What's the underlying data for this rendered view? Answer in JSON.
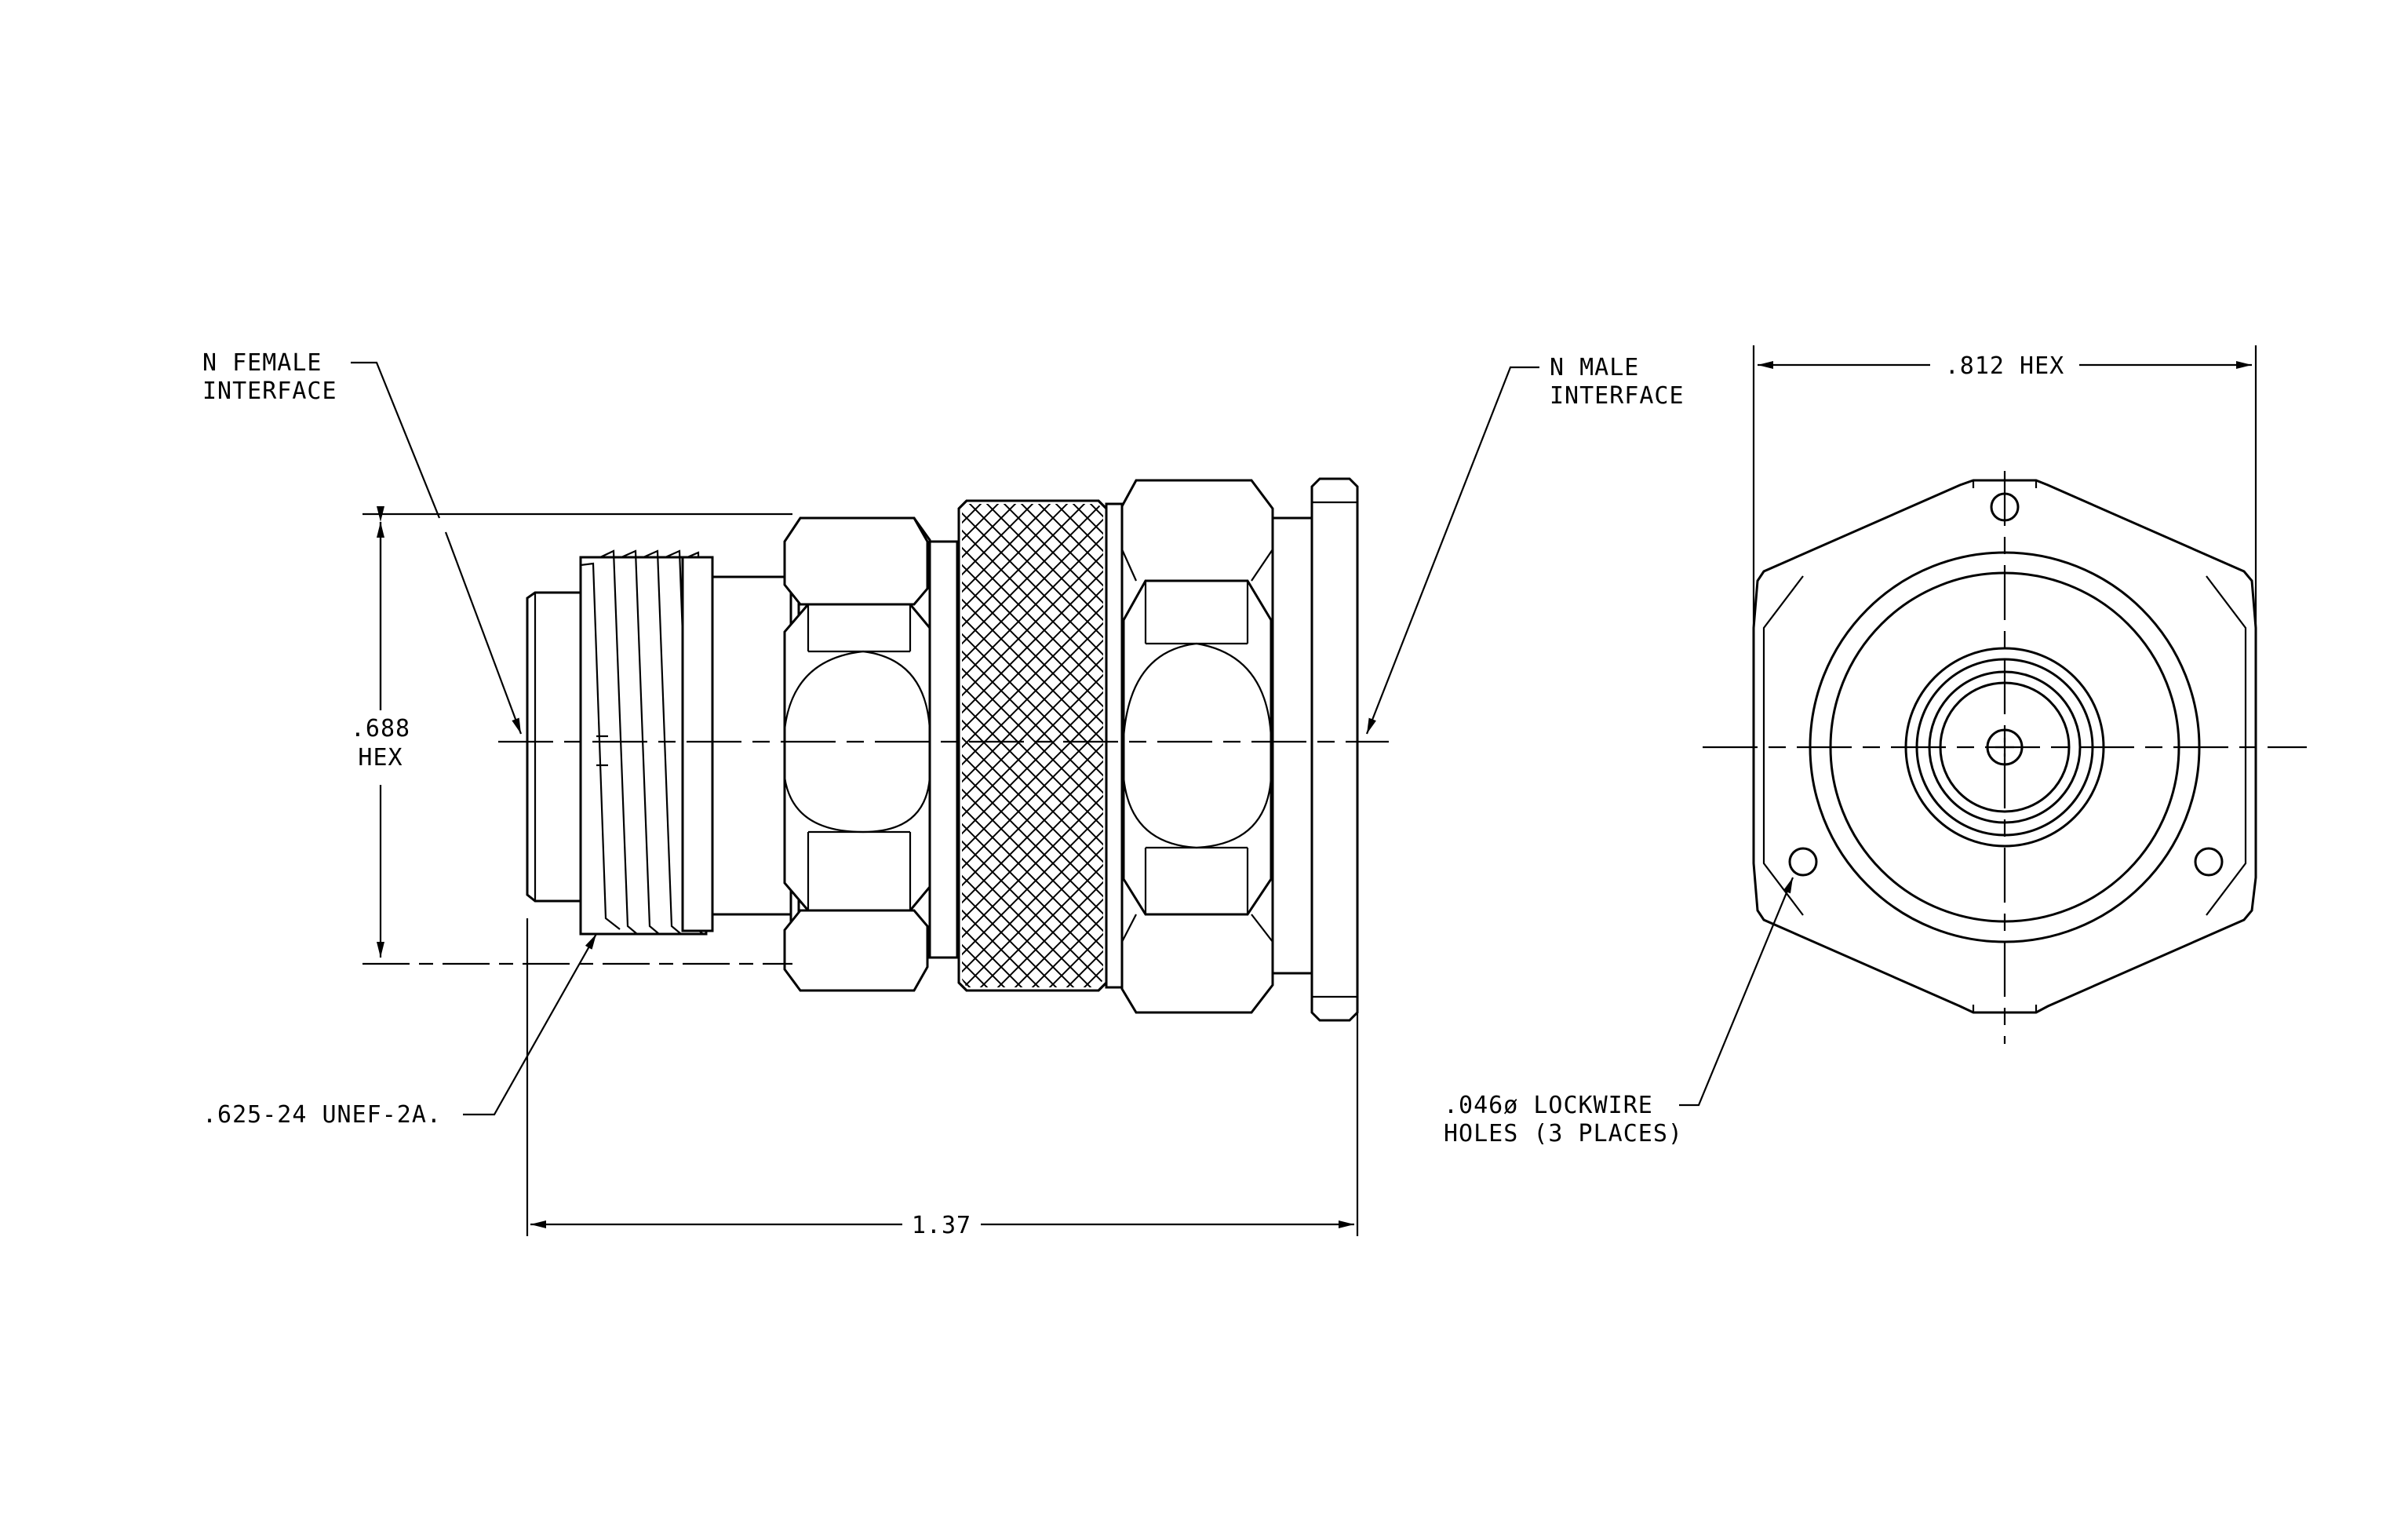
{
  "labels": {
    "n_female_line1": "N FEMALE",
    "n_female_line2": "INTERFACE",
    "n_male_line1": "N MALE",
    "n_male_line2": "INTERFACE",
    "hex_688_line1": ".688",
    "hex_688_line2": "HEX",
    "thread": ".625-24 UNEF-2A.",
    "length": "1.37",
    "hex_812": ".812 HEX",
    "lockwire_line1": ".046ø LOCKWIRE",
    "lockwire_line2": "HOLES (3 PLACES)"
  },
  "colors": {
    "line": "#000000",
    "background": "#ffffff"
  }
}
